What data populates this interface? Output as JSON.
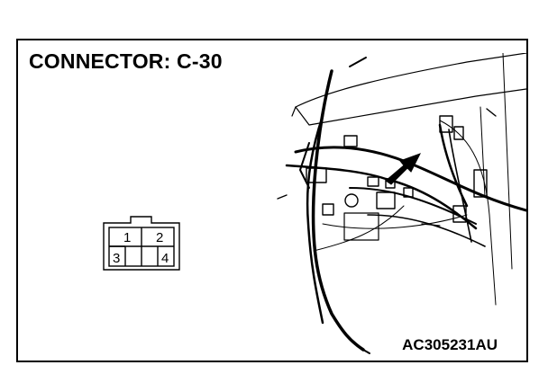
{
  "diagram": {
    "title": "CONNECTOR: C-30",
    "figure_code": "AC305231AU",
    "connector_pins": [
      "1",
      "2",
      "3",
      "4"
    ]
  }
}
